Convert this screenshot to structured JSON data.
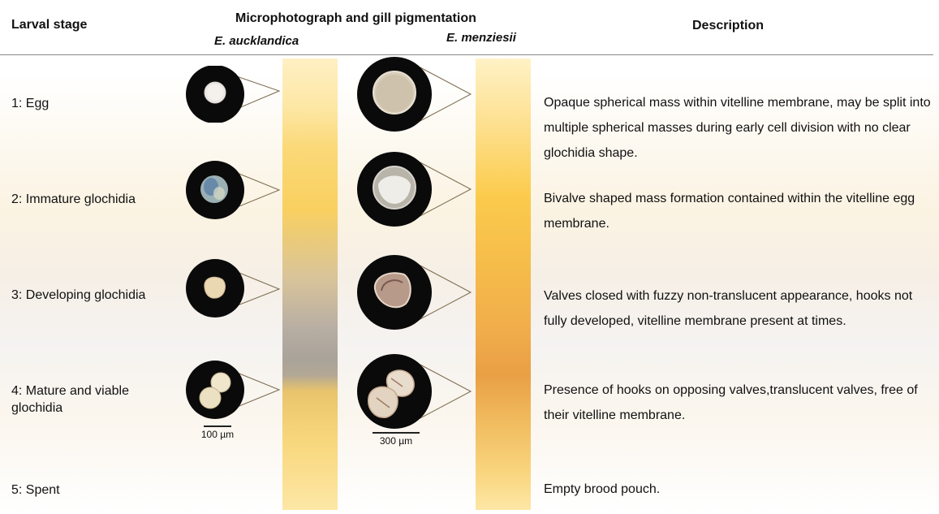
{
  "header": {
    "col1": "Larval stage",
    "col2": "Microphotograph and gill pigmentation",
    "col3": "Description",
    "species1": "E. aucklandica",
    "species2": "E. menziesii"
  },
  "stages": [
    {
      "label": "1: Egg",
      "description": "Opaque spherical mass within vitelline membrane, may be split into multiple spherical masses during early cell division with no clear glochidia shape."
    },
    {
      "label": "2: Immature glochidia",
      "description": "Bivalve shaped mass formation contained within the vitelline egg membrane."
    },
    {
      "label": "3: Developing glochidia",
      "description": "Valves closed with fuzzy non-translucent appearance, hooks not fully developed, vitelline membrane present at times."
    },
    {
      "label": "4: Mature and viable glochidia",
      "description": "Presence of hooks on opposing valves,translucent valves, free of their vitelline membrane."
    },
    {
      "label": "5: Spent",
      "description": "Empty brood pouch."
    }
  ],
  "scalebars": {
    "aucklandica": "100 µm",
    "menziesii": "300 µm"
  },
  "colors": {
    "accent_gold": "#f9d060",
    "accent_orange": "#e99f45",
    "rule": "#888888"
  }
}
